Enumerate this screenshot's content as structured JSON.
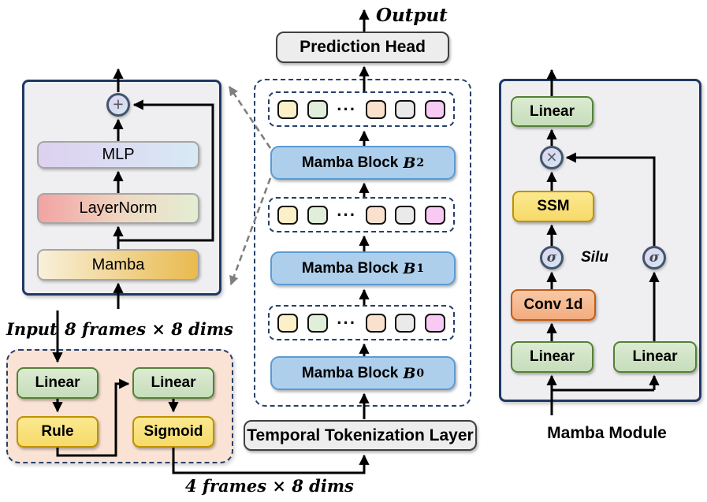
{
  "diagram": {
    "output_label": "Output",
    "input_label": "Input",
    "input_dims_label": "8 frames × 8 dims",
    "token_dims_label": "4 frames × 8 dims"
  },
  "mamba_block_detail": {
    "add_symbol": "+",
    "mlp_label": "MLP",
    "layernorm_label": "LayerNorm",
    "mamba_label": "Mamba"
  },
  "tokenizer_module": {
    "linear_left_label": "Linear",
    "rule_label": "Rule",
    "linear_right_label": "Linear",
    "sigmoid_label": "Sigmoid"
  },
  "backbone": {
    "prediction_head_label": "Prediction Head",
    "temporal_tokenization_label": "Temporal Tokenization Layer",
    "token_dots": "···",
    "blocks": [
      {
        "label": "Mamba Block",
        "var": "B",
        "subscript": "2"
      },
      {
        "label": "Mamba Block",
        "var": "B",
        "subscript": "1"
      },
      {
        "label": "Mamba Block",
        "var": "B",
        "subscript": "0"
      }
    ],
    "token_colors": [
      "#FBF0C7",
      "#E0EEDA",
      "#FAE1CE",
      "#EAEAEA",
      "#F7C9F3"
    ]
  },
  "mamba_module": {
    "caption": "Mamba Module",
    "linear_out_label": "Linear",
    "multiply_symbol": "×",
    "ssm_label": "SSM",
    "sigma_symbol": "σ",
    "silu_label": "Silu",
    "conv_label": "Conv 1d",
    "linear_in_left_label": "Linear",
    "linear_in_right_label": "Linear"
  },
  "colors": {
    "panel_border": "#1F3864",
    "mamba_block_fill": "#AECFEC",
    "mamba_block_border": "#5B9BD5",
    "green_border": "#538135",
    "yellow_border": "#BF9000",
    "orange_border": "#C55A11",
    "pink_panel_fill": "#FAE3D4",
    "connector_gray": "#7F7F7F"
  }
}
